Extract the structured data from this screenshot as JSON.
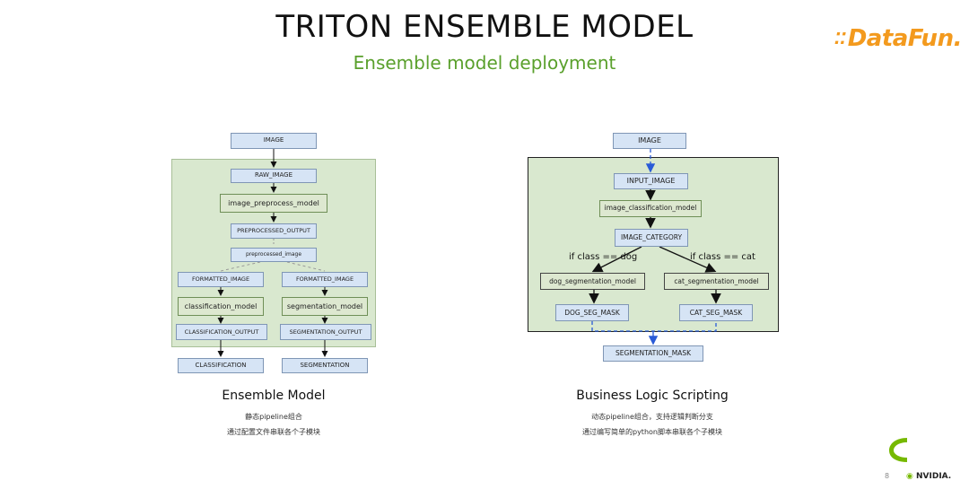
{
  "slide": {
    "title": "TRITON ENSEMBLE MODEL",
    "subtitle": "Ensemble model deployment",
    "logo_text": "DataFun.",
    "page_number": "8",
    "footer_brand": "NVIDIA."
  },
  "left_diagram": {
    "image": "IMAGE",
    "raw_image": "RAW_IMAGE",
    "preprocess_model": "image_preprocess_model",
    "preprocessed_output": "PREPROCESSED_OUTPUT",
    "preprocessed_image": "preprocessed_image",
    "formatted_image_left": "FORMATTED_IMAGE",
    "formatted_image_right": "FORMATTED_IMAGE",
    "classification_model": "classification_model",
    "segmentation_model": "segmentation_model",
    "classification_output": "CLASSIFICATION_OUTPUT",
    "segmentation_output": "SEGMENTATION_OUTPUT",
    "classification": "CLASSIFICATION",
    "segmentation": "SEGMENTATION"
  },
  "right_diagram": {
    "image": "IMAGE",
    "input_image": "INPUT_IMAGE",
    "classification_model": "image_classification_model",
    "image_category": "IMAGE_CATEGORY",
    "cond_dog": "if class == dog",
    "cond_cat": "if class == cat",
    "dog_model": "dog_segmentation_model",
    "cat_model": "cat_segmentation_model",
    "dog_mask": "DOG_SEG_MASK",
    "cat_mask": "CAT_SEG_MASK",
    "segmentation_mask": "SEGMENTATION_MASK"
  },
  "captions": {
    "left_heading": "Ensemble Model",
    "left_line1": "静态pipeline组合",
    "left_line2": "通过配置文件串联各个子模块",
    "right_heading": "Business Logic Scripting",
    "right_line1": "动态pipeline组合，支持逻辑判断分支",
    "right_line2": "通过编写简单的python脚本串联各个子模块"
  },
  "colors": {
    "accent_green": "#5aa02c",
    "logo_orange": "#f39a1e",
    "box_blue": "#d6e4f5",
    "panel_green": "#d9e8cf",
    "arrow_blue": "#2a5bd7",
    "nvidia_green": "#76b900"
  }
}
